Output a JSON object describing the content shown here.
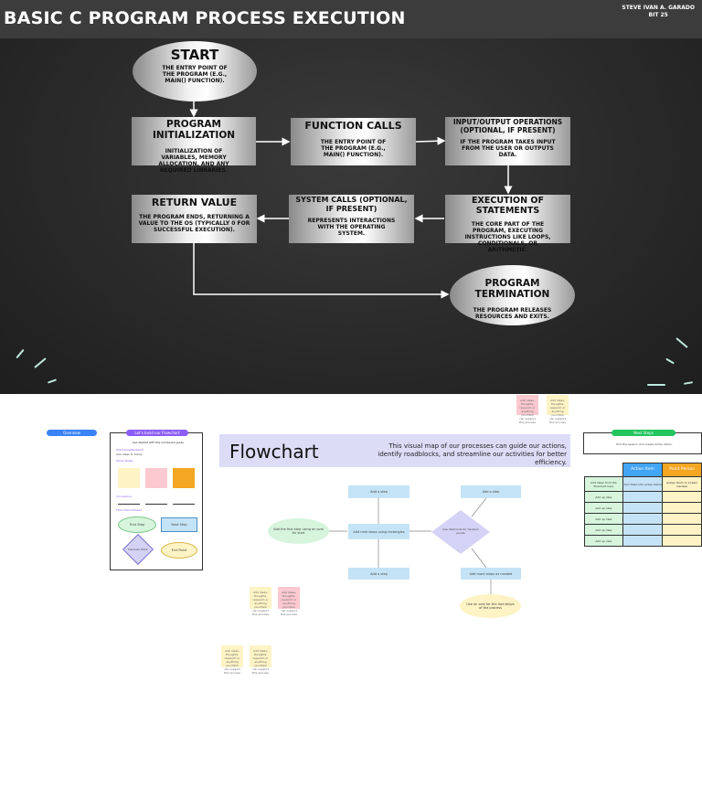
{
  "slide": {
    "title": "BASIC C PROGRAM PROCESS EXECUTION",
    "author": "STEVE IVAN A. GARADO",
    "class": "BIT 25",
    "nodes": {
      "start": {
        "title": "START",
        "desc": "THE ENTRY POINT OF THE PROGRAM (E.G., MAIN() FUNCTION)."
      },
      "init": {
        "title": "PROGRAM INITIALIZATION",
        "desc": "INITIALIZATION OF VARIABLES, MEMORY ALLOCATION, AND ANY REQUIRED LIBRARIES."
      },
      "func": {
        "title": "FUNCTION CALLS",
        "desc": "THE ENTRY POINT OF THE PROGRAM (E.G., MAIN() FUNCTION)."
      },
      "io": {
        "title": "INPUT/OUTPUT OPERATIONS (OPTIONAL, IF PRESENT)",
        "desc": "IF THE PROGRAM TAKES INPUT FROM THE USER OR OUTPUTS DATA."
      },
      "exec": {
        "title": "EXECUTION OF STATEMENTS",
        "desc": "THE CORE PART OF THE PROGRAM, EXECUTING INSTRUCTIONS LIKE LOOPS, CONDITIONALS, OR ARITHMETIC."
      },
      "sys": {
        "title": "SYSTEM CALLS (OPTIONAL, IF PRESENT)",
        "desc": "REPRESENTS INTERACTIONS WITH THE OPERATING SYSTEM."
      },
      "ret": {
        "title": "RETURN VALUE",
        "desc": "THE PROGRAM ENDS, RETURNING A VALUE TO THE OS (TYPICALLY 0 FOR SUCCESSFUL EXECUTION)."
      },
      "term": {
        "title": "PROGRAM TERMINATION",
        "desc": "THE PROGRAM RELEASES RESOURCES AND EXITS."
      }
    },
    "colors": {
      "board": "#2a2a2a",
      "header": "#3c3c3c",
      "chalk": "#bfe9e0"
    }
  },
  "board": {
    "overview_label": "Overview",
    "howto": {
      "tag": "Let's build our Flowchart",
      "heading": "Get started with the numbered guide",
      "line1": "Add ideas to Sticky",
      "sub1": "Wild ideas/Research",
      "sub2": "Sticky Notes",
      "sub3": "Connectors",
      "sub4": "Flow Chart Shapes",
      "shape_start": "First Step",
      "shape_next": "Next Step",
      "shape_decision": "Decision Point",
      "shape_end": "End Point"
    },
    "flowchart": {
      "title": "Flowchart",
      "blurb": "This visual map of our processes can guide our actions, identify roadblocks, and streamline our activities for better efficiency.",
      "start": "Add the first step using an oval for start",
      "add_step": "Add a step",
      "mid": "Add next steps using rectangles",
      "decision": "Use diamonds for decision points",
      "more": "Add more steps as needed",
      "end": "Use an oval for the last step/s of the process"
    },
    "next_steps": {
      "label": "Next Steps",
      "sub": "End the session and create action items.",
      "col_action": "Action Item",
      "col_person": "Point Person",
      "first_left": "Add ideas from the flowchart here",
      "first_mid": "Turn them into action items",
      "first_right": "Assign them to a team member",
      "row_label": "Add up idea"
    },
    "sticky_text": "Add ideas, thoughts, research or anything you think can support this process",
    "colors": {
      "blue": "#3b82f6",
      "purple": "#8b5cf6",
      "green": "#22c55e",
      "sticky_yellow": "#fdf3c4",
      "sticky_pink": "#fbc9cf",
      "sticky_orange": "#f5a623",
      "fc_box": "#c5e3f6",
      "fc_green": "#d6f5dc",
      "fc_diamond": "#d4d2f5",
      "fc_yellow": "#fdf3c4",
      "header_lav": "#dcdcf7",
      "action_blue": "#42a5f5",
      "person_orange": "#f5a623"
    }
  }
}
